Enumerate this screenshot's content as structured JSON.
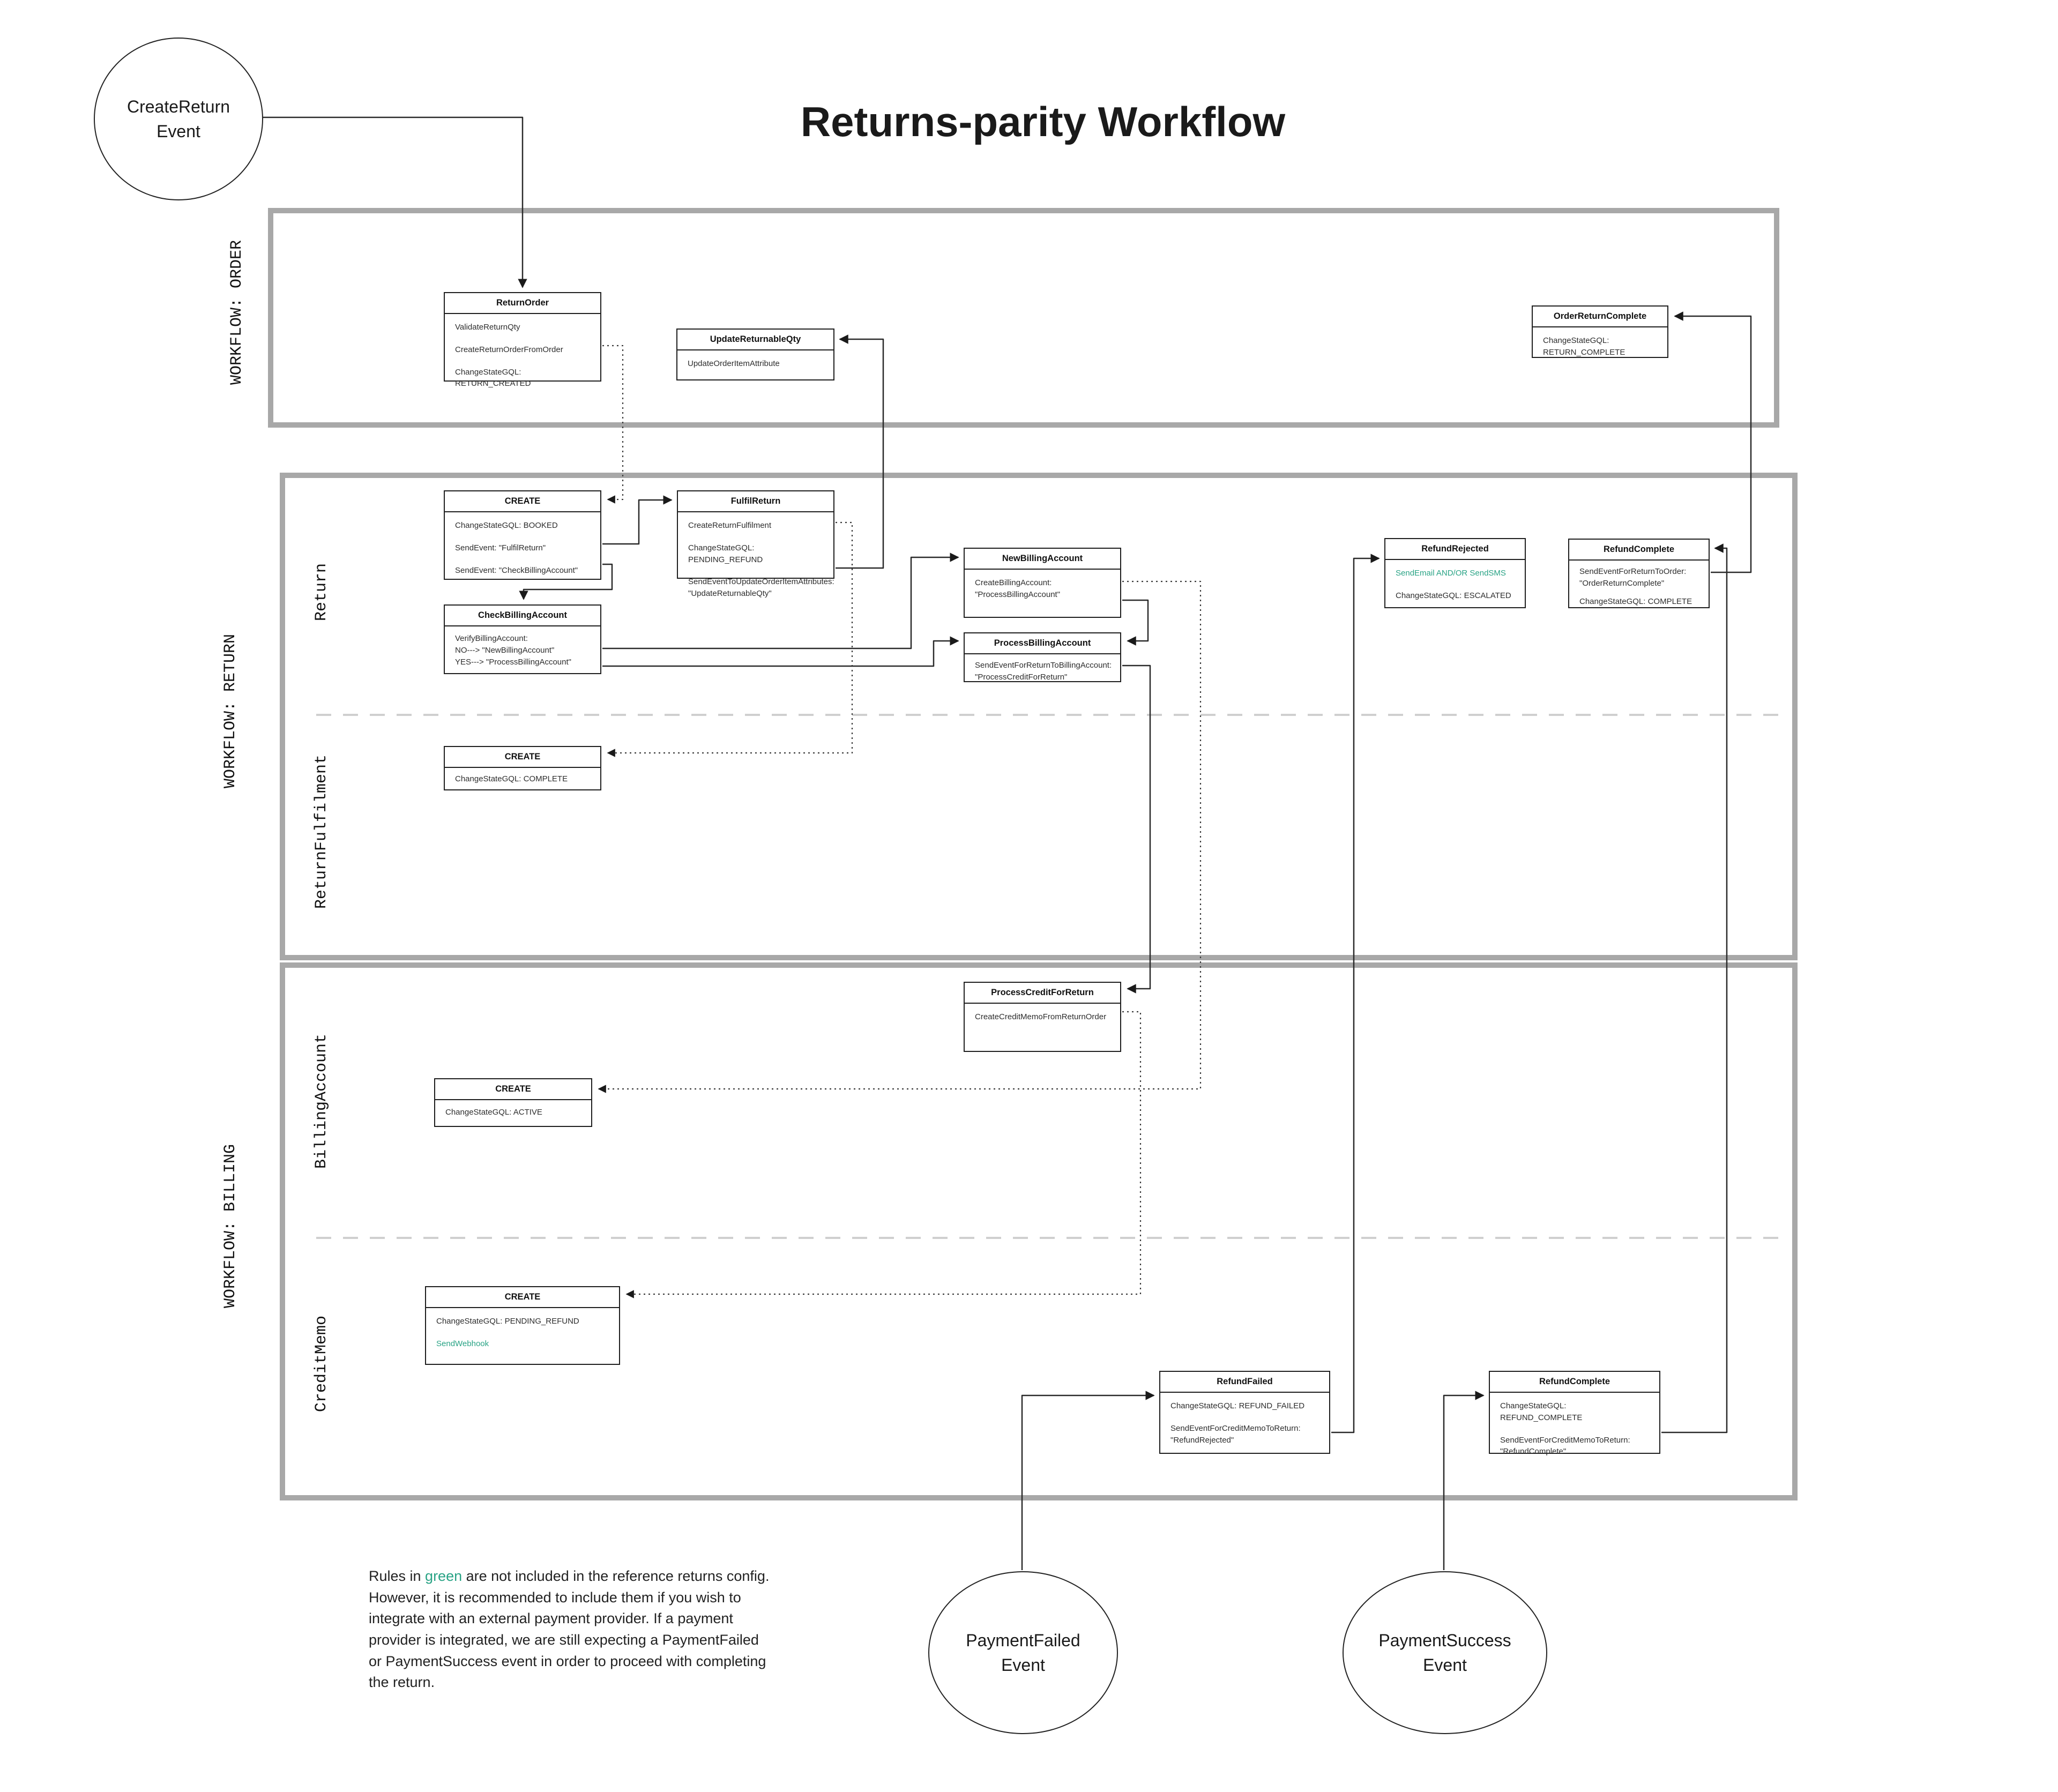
{
  "diagram_title": "Returns-parity Workflow",
  "colors": {
    "accent_green": "#29A385",
    "lane_border": "#a8a8a8"
  },
  "events": {
    "create_return": {
      "label": "CreateReturn\nEvent"
    },
    "payment_failed": {
      "label": "PaymentFailed\nEvent"
    },
    "payment_success": {
      "label": "PaymentSuccess\nEvent"
    }
  },
  "lanes": {
    "order": {
      "label": "WORKFLOW: ORDER"
    },
    "return": {
      "label": "WORKFLOW: RETURN",
      "sublanes": {
        "return": "Return",
        "return_fulfilment": "ReturnFulfilment"
      }
    },
    "billing": {
      "label": "WORKFLOW: BILLING",
      "sublanes": {
        "billing_account": "BillingAccount",
        "credit_memo": "CreditMemo"
      }
    }
  },
  "nodes": {
    "return_order": {
      "title": "ReturnOrder",
      "rules": [
        "ValidateReturnQty",
        "CreateReturnOrderFromOrder",
        "ChangeStateGQL: RETURN_CREATED"
      ]
    },
    "update_returnable_qty": {
      "title": "UpdateReturnableQty",
      "rules": [
        "UpdateOrderItemAttribute"
      ]
    },
    "order_return_complete": {
      "title": "OrderReturnComplete",
      "rules": [
        "ChangeStateGQL: RETURN_COMPLETE"
      ]
    },
    "return_create": {
      "title": "CREATE",
      "rules": [
        "ChangeStateGQL: BOOKED",
        "SendEvent: \"FulfilReturn\"",
        "SendEvent: \"CheckBillingAccount\""
      ]
    },
    "fulfil_return": {
      "title": "FulfilReturn",
      "rules": [
        "CreateReturnFulfilment",
        "ChangeStateGQL: PENDING_REFUND",
        "SendEventToUpdateOrderItemAttributes:\n\"UpdateReturnableQty\""
      ]
    },
    "check_billing_account": {
      "title": "CheckBillingAccount",
      "rules": [
        "VerifyBillingAccount:\nNO---> \"NewBillingAccount\"\nYES---> \"ProcessBillingAccount\""
      ]
    },
    "new_billing_account": {
      "title": "NewBillingAccount",
      "rules": [
        "CreateBillingAccount:\n\"ProcessBillingAccount\""
      ]
    },
    "process_billing_account": {
      "title": "ProcessBillingAccount",
      "rules": [
        "SendEventForReturnToBillingAccount:\n\"ProcessCreditForReturn\""
      ]
    },
    "refund_rejected": {
      "title": "RefundRejected",
      "rules": [
        "SendEmail AND/OR SendSMS",
        "ChangeStateGQL: ESCALATED"
      ]
    },
    "refund_complete_return": {
      "title": "RefundComplete",
      "rules": [
        "SendEventForReturnToOrder:\n\"OrderReturnComplete\"",
        "ChangeStateGQL: COMPLETE"
      ]
    },
    "return_fulfilment_create": {
      "title": "CREATE",
      "rules": [
        "ChangeStateGQL: COMPLETE"
      ]
    },
    "process_credit_for_return": {
      "title": "ProcessCreditForReturn",
      "rules": [
        "CreateCreditMemoFromReturnOrder"
      ]
    },
    "billing_account_create": {
      "title": "CREATE",
      "rules": [
        "ChangeStateGQL: ACTIVE"
      ]
    },
    "credit_memo_create": {
      "title": "CREATE",
      "rules": [
        "ChangeStateGQL: PENDING_REFUND",
        "SendWebhook"
      ]
    },
    "refund_failed": {
      "title": "RefundFailed",
      "rules": [
        "ChangeStateGQL: REFUND_FAILED",
        "SendEventForCreditMemoToReturn:\n\"RefundRejected\""
      ]
    },
    "refund_complete_billing": {
      "title": "RefundComplete",
      "rules": [
        "ChangeStateGQL: REFUND_COMPLETE",
        "SendEventForCreditMemoToReturn:\n\"RefundComplete\""
      ]
    }
  },
  "footnote": {
    "prefix": "Rules in ",
    "green_word": "green",
    "suffix": " are not included in the reference returns config. However, it is recommended to include them if you wish to integrate with an external payment provider. If a payment provider is integrated, we are still expecting a PaymentFailed or PaymentSuccess event in order to proceed with completing the return."
  }
}
